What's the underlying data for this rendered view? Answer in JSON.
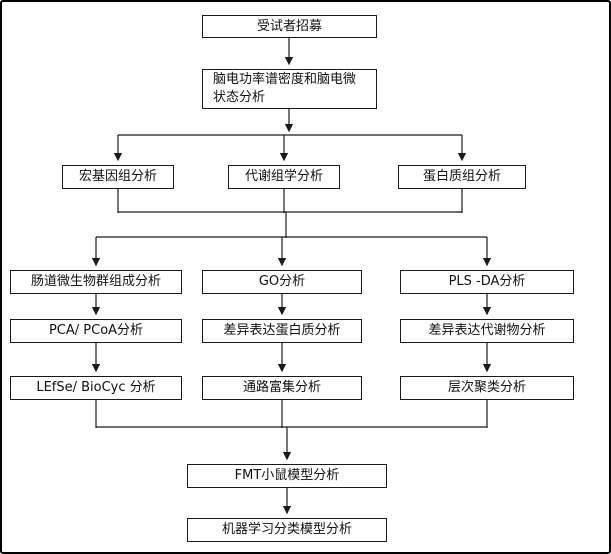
{
  "diagram": {
    "type": "flowchart",
    "colors": {
      "box_border": "#1a1a1a",
      "box_fill": "#ffffff",
      "line": "#1a1a1a",
      "text": "#111111"
    },
    "nodes": {
      "recruit": "受试者招募",
      "eeg_analysis": "脑电功率谱密度和脑电微状态分析",
      "metagenomics": "宏基因组分析",
      "metabolomics": "代谢组学分析",
      "proteomics": "蛋白质组分析",
      "gut_microbiota": "肠道微生物群组成分析",
      "pca_pcoa": "PCA/ PCoA分析",
      "lefse_biocyc": "LEfSe/ BioCyc 分析",
      "go": "GO分析",
      "diff_protein": "差异表达蛋白质分析",
      "pathway_enrichment": "通路富集分析",
      "pls_da": "PLS -DA分析",
      "diff_metabolite": "差异表达代谢物分析",
      "hierarchical_clustering": "层次聚类分析",
      "fmt_mouse": "FMT小鼠模型分析",
      "ml_model": "机器学习分类模型分析"
    },
    "edges": [
      [
        "recruit",
        "eeg_analysis"
      ],
      [
        "eeg_analysis",
        "metagenomics"
      ],
      [
        "eeg_analysis",
        "metabolomics"
      ],
      [
        "eeg_analysis",
        "proteomics"
      ],
      [
        "metagenomics|metabolomics|proteomics",
        "gut_microbiota"
      ],
      [
        "metagenomics|metabolomics|proteomics",
        "go"
      ],
      [
        "metagenomics|metabolomics|proteomics",
        "pls_da"
      ],
      [
        "gut_microbiota",
        "pca_pcoa"
      ],
      [
        "pca_pcoa",
        "lefse_biocyc"
      ],
      [
        "go",
        "diff_protein"
      ],
      [
        "diff_protein",
        "pathway_enrichment"
      ],
      [
        "pls_da",
        "diff_metabolite"
      ],
      [
        "diff_metabolite",
        "hierarchical_clustering"
      ],
      [
        "lefse_biocyc|pathway_enrichment|hierarchical_clustering",
        "fmt_mouse"
      ],
      [
        "fmt_mouse",
        "ml_model"
      ]
    ]
  }
}
